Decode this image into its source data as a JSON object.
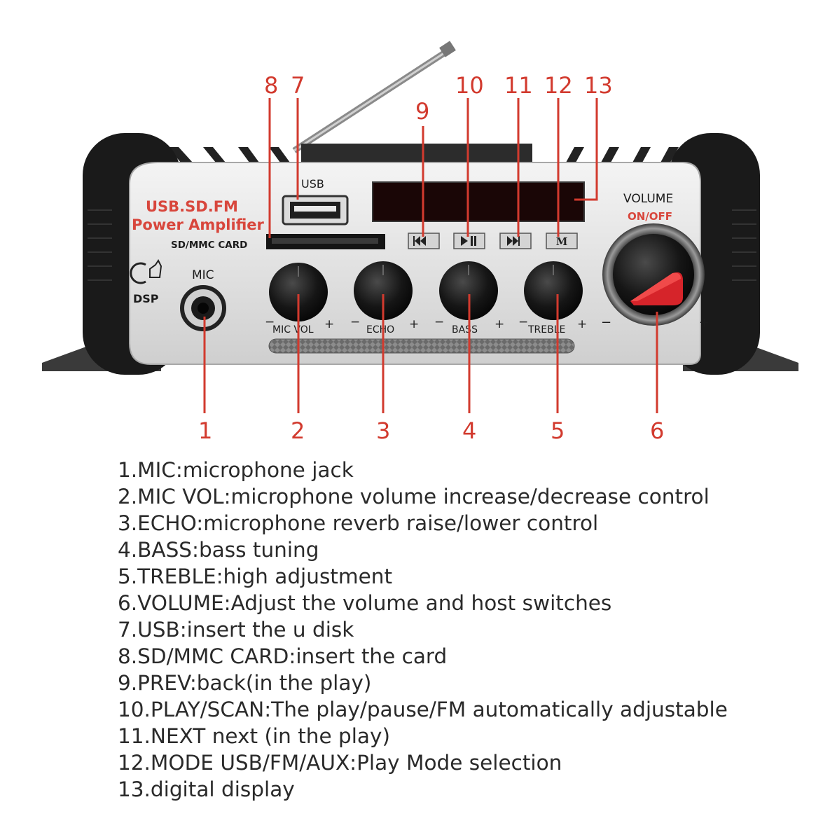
{
  "panel": {
    "brand_line1": "USB.SD.FM",
    "brand_line2": "Power Amplifier",
    "usb_label": "USB",
    "card_label": "SD/MMC CARD",
    "mic_label": "MIC",
    "dsp_label": "DSP",
    "volume_label": "VOLUME",
    "on_off_label": "ON/OFF",
    "knobs": [
      {
        "label": "MIC VOL",
        "minus": "−",
        "plus": "+"
      },
      {
        "label": "ECHO",
        "minus": "−",
        "plus": "+"
      },
      {
        "label": "BASS",
        "minus": "−",
        "plus": "+"
      },
      {
        "label": "TREBLE",
        "minus": "−",
        "plus": "+"
      }
    ],
    "volume_minus": "−",
    "volume_plus": "+",
    "mode_button_glyph": "M",
    "accent_color": "#d23a2e"
  },
  "callouts": {
    "top": [
      "8",
      "7",
      "9",
      "10",
      "11",
      "12",
      "13"
    ],
    "bottom": [
      "1",
      "2",
      "3",
      "4",
      "5",
      "6"
    ]
  },
  "legend": [
    "1.MIC:microphone jack",
    "2.MIC VOL:microphone volume increase/decrease control",
    "3.ECHO:microphone reverb raise/lower control",
    "4.BASS:bass tuning",
    "5.TREBLE:high adjustment",
    "6.VOLUME:Adjust the volume and host switches",
    "7.USB:insert the u disk",
    "8.SD/MMC CARD:insert the card",
    "9.PREV:back(in the play)",
    "10.PLAY/SCAN:The play/pause/FM automatically adjustable",
    "11.NEXT next (in the play)",
    "12.MODE USB/FM/AUX:Play Mode selection",
    "13.digital display"
  ]
}
